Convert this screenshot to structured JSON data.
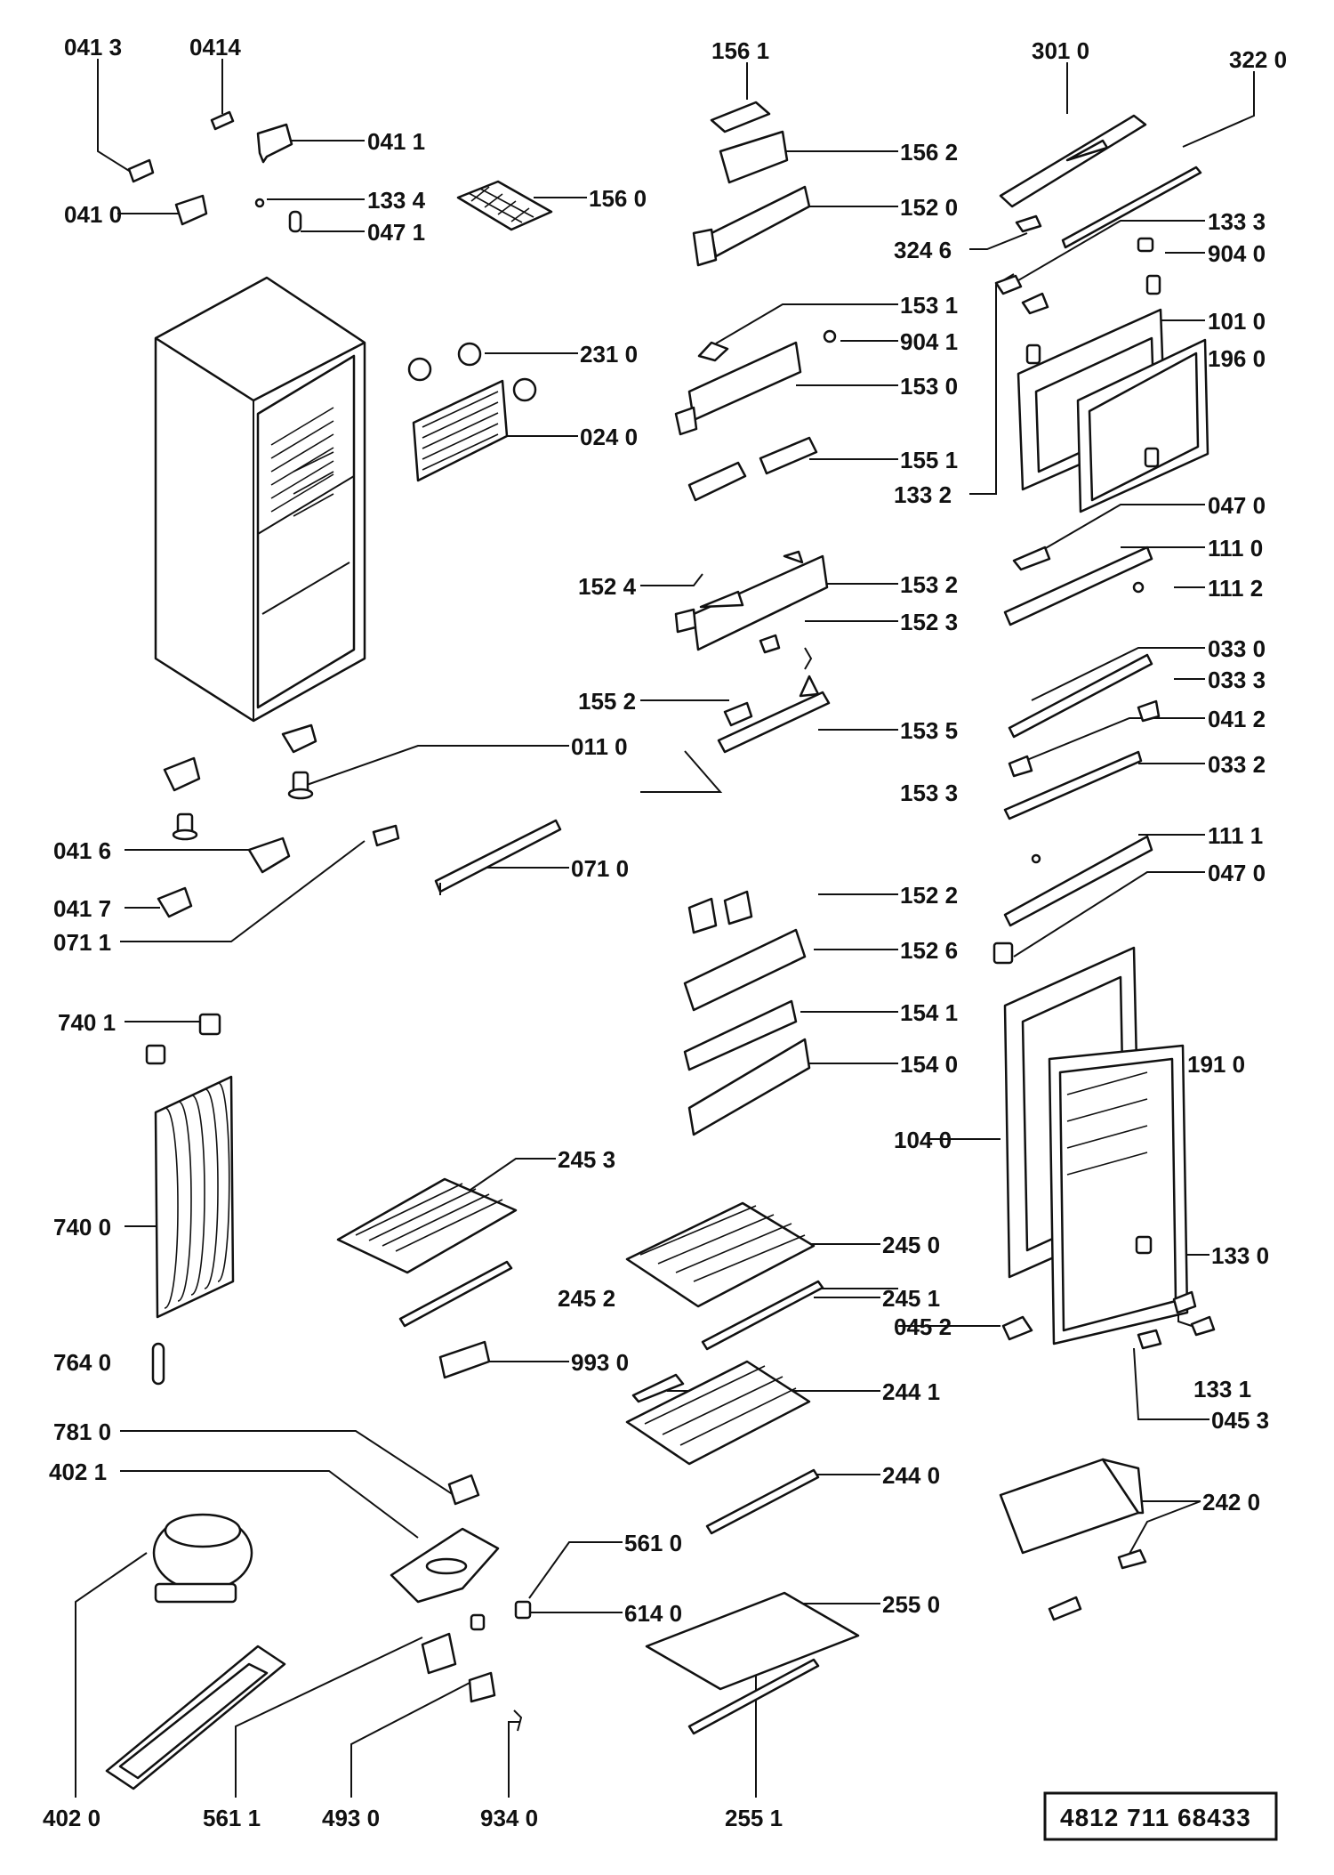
{
  "document_number": "4812 711 68433",
  "callouts": [
    {
      "id": "l04130",
      "text": "041 3"
    },
    {
      "id": "l04140",
      "text": "0414"
    },
    {
      "id": "l04110",
      "text": "041 1"
    },
    {
      "id": "l04100",
      "text": "041 0"
    },
    {
      "id": "l13340",
      "text": "133 4"
    },
    {
      "id": "l04710",
      "text": "047 1"
    },
    {
      "id": "l15600",
      "text": "156 0"
    },
    {
      "id": "l15610",
      "text": "156 1"
    },
    {
      "id": "l15620",
      "text": "156 2"
    },
    {
      "id": "l15200",
      "text": "152 0"
    },
    {
      "id": "l30100",
      "text": "301 0"
    },
    {
      "id": "l32200",
      "text": "322 0"
    },
    {
      "id": "l32460",
      "text": "324 6"
    },
    {
      "id": "l13330",
      "text": "133 3"
    },
    {
      "id": "l90400",
      "text": "904 0"
    },
    {
      "id": "l15310",
      "text": "153 1"
    },
    {
      "id": "l90410",
      "text": "904 1"
    },
    {
      "id": "l10100",
      "text": "101 0"
    },
    {
      "id": "l19600",
      "text": "196 0"
    },
    {
      "id": "l23100",
      "text": "231 0"
    },
    {
      "id": "l15300",
      "text": "153 0"
    },
    {
      "id": "l02400",
      "text": "024 0"
    },
    {
      "id": "l15510",
      "text": "155 1"
    },
    {
      "id": "l13320",
      "text": "133 2"
    },
    {
      "id": "l04700a",
      "text": "047 0"
    },
    {
      "id": "l11100",
      "text": "111 0"
    },
    {
      "id": "l15240",
      "text": "152 4"
    },
    {
      "id": "l15320",
      "text": "153 2"
    },
    {
      "id": "l11120",
      "text": "111 2"
    },
    {
      "id": "l15230",
      "text": "152 3"
    },
    {
      "id": "l03300",
      "text": "033 0"
    },
    {
      "id": "l15520",
      "text": "155 2"
    },
    {
      "id": "l03330",
      "text": "033 3"
    },
    {
      "id": "l04120",
      "text": "041 2"
    },
    {
      "id": "l15350",
      "text": "153 5"
    },
    {
      "id": "l01100",
      "text": "011 0"
    },
    {
      "id": "l03320",
      "text": "033 2"
    },
    {
      "id": "l15330",
      "text": "153 3"
    },
    {
      "id": "l11110",
      "text": "111 1"
    },
    {
      "id": "l04160",
      "text": "041 6"
    },
    {
      "id": "l07100",
      "text": "071 0"
    },
    {
      "id": "l04700b",
      "text": "047 0"
    },
    {
      "id": "l15220",
      "text": "152 2"
    },
    {
      "id": "l04170",
      "text": "041 7"
    },
    {
      "id": "l07110",
      "text": "071 1"
    },
    {
      "id": "l15260",
      "text": "152 6"
    },
    {
      "id": "l74010",
      "text": "740 1"
    },
    {
      "id": "l15410",
      "text": "154 1"
    },
    {
      "id": "l15400",
      "text": "154 0"
    },
    {
      "id": "l19100",
      "text": "191 0"
    },
    {
      "id": "l10400",
      "text": "104 0"
    },
    {
      "id": "l24530",
      "text": "245 3"
    },
    {
      "id": "l74000",
      "text": "740 0"
    },
    {
      "id": "l24500",
      "text": "245 0"
    },
    {
      "id": "l13300",
      "text": "133 0"
    },
    {
      "id": "l24520",
      "text": "245 2"
    },
    {
      "id": "l24510",
      "text": "245 1"
    },
    {
      "id": "l04520",
      "text": "045 2"
    },
    {
      "id": "l76400",
      "text": "764 0"
    },
    {
      "id": "l99300",
      "text": "993 0"
    },
    {
      "id": "l13310",
      "text": "133 1"
    },
    {
      "id": "l24410",
      "text": "244 1"
    },
    {
      "id": "l04530",
      "text": "045 3"
    },
    {
      "id": "l78100",
      "text": "781 0"
    },
    {
      "id": "l24400",
      "text": "244 0"
    },
    {
      "id": "l40210",
      "text": "402 1"
    },
    {
      "id": "l24200",
      "text": "242 0"
    },
    {
      "id": "l56100",
      "text": "561 0"
    },
    {
      "id": "l61400",
      "text": "614 0"
    },
    {
      "id": "l25500",
      "text": "255 0"
    },
    {
      "id": "l40200",
      "text": "402 0"
    },
    {
      "id": "l56110",
      "text": "561 1"
    },
    {
      "id": "l49300",
      "text": "493 0"
    },
    {
      "id": "l93400",
      "text": "934 0"
    },
    {
      "id": "l25510",
      "text": "255 1"
    }
  ]
}
